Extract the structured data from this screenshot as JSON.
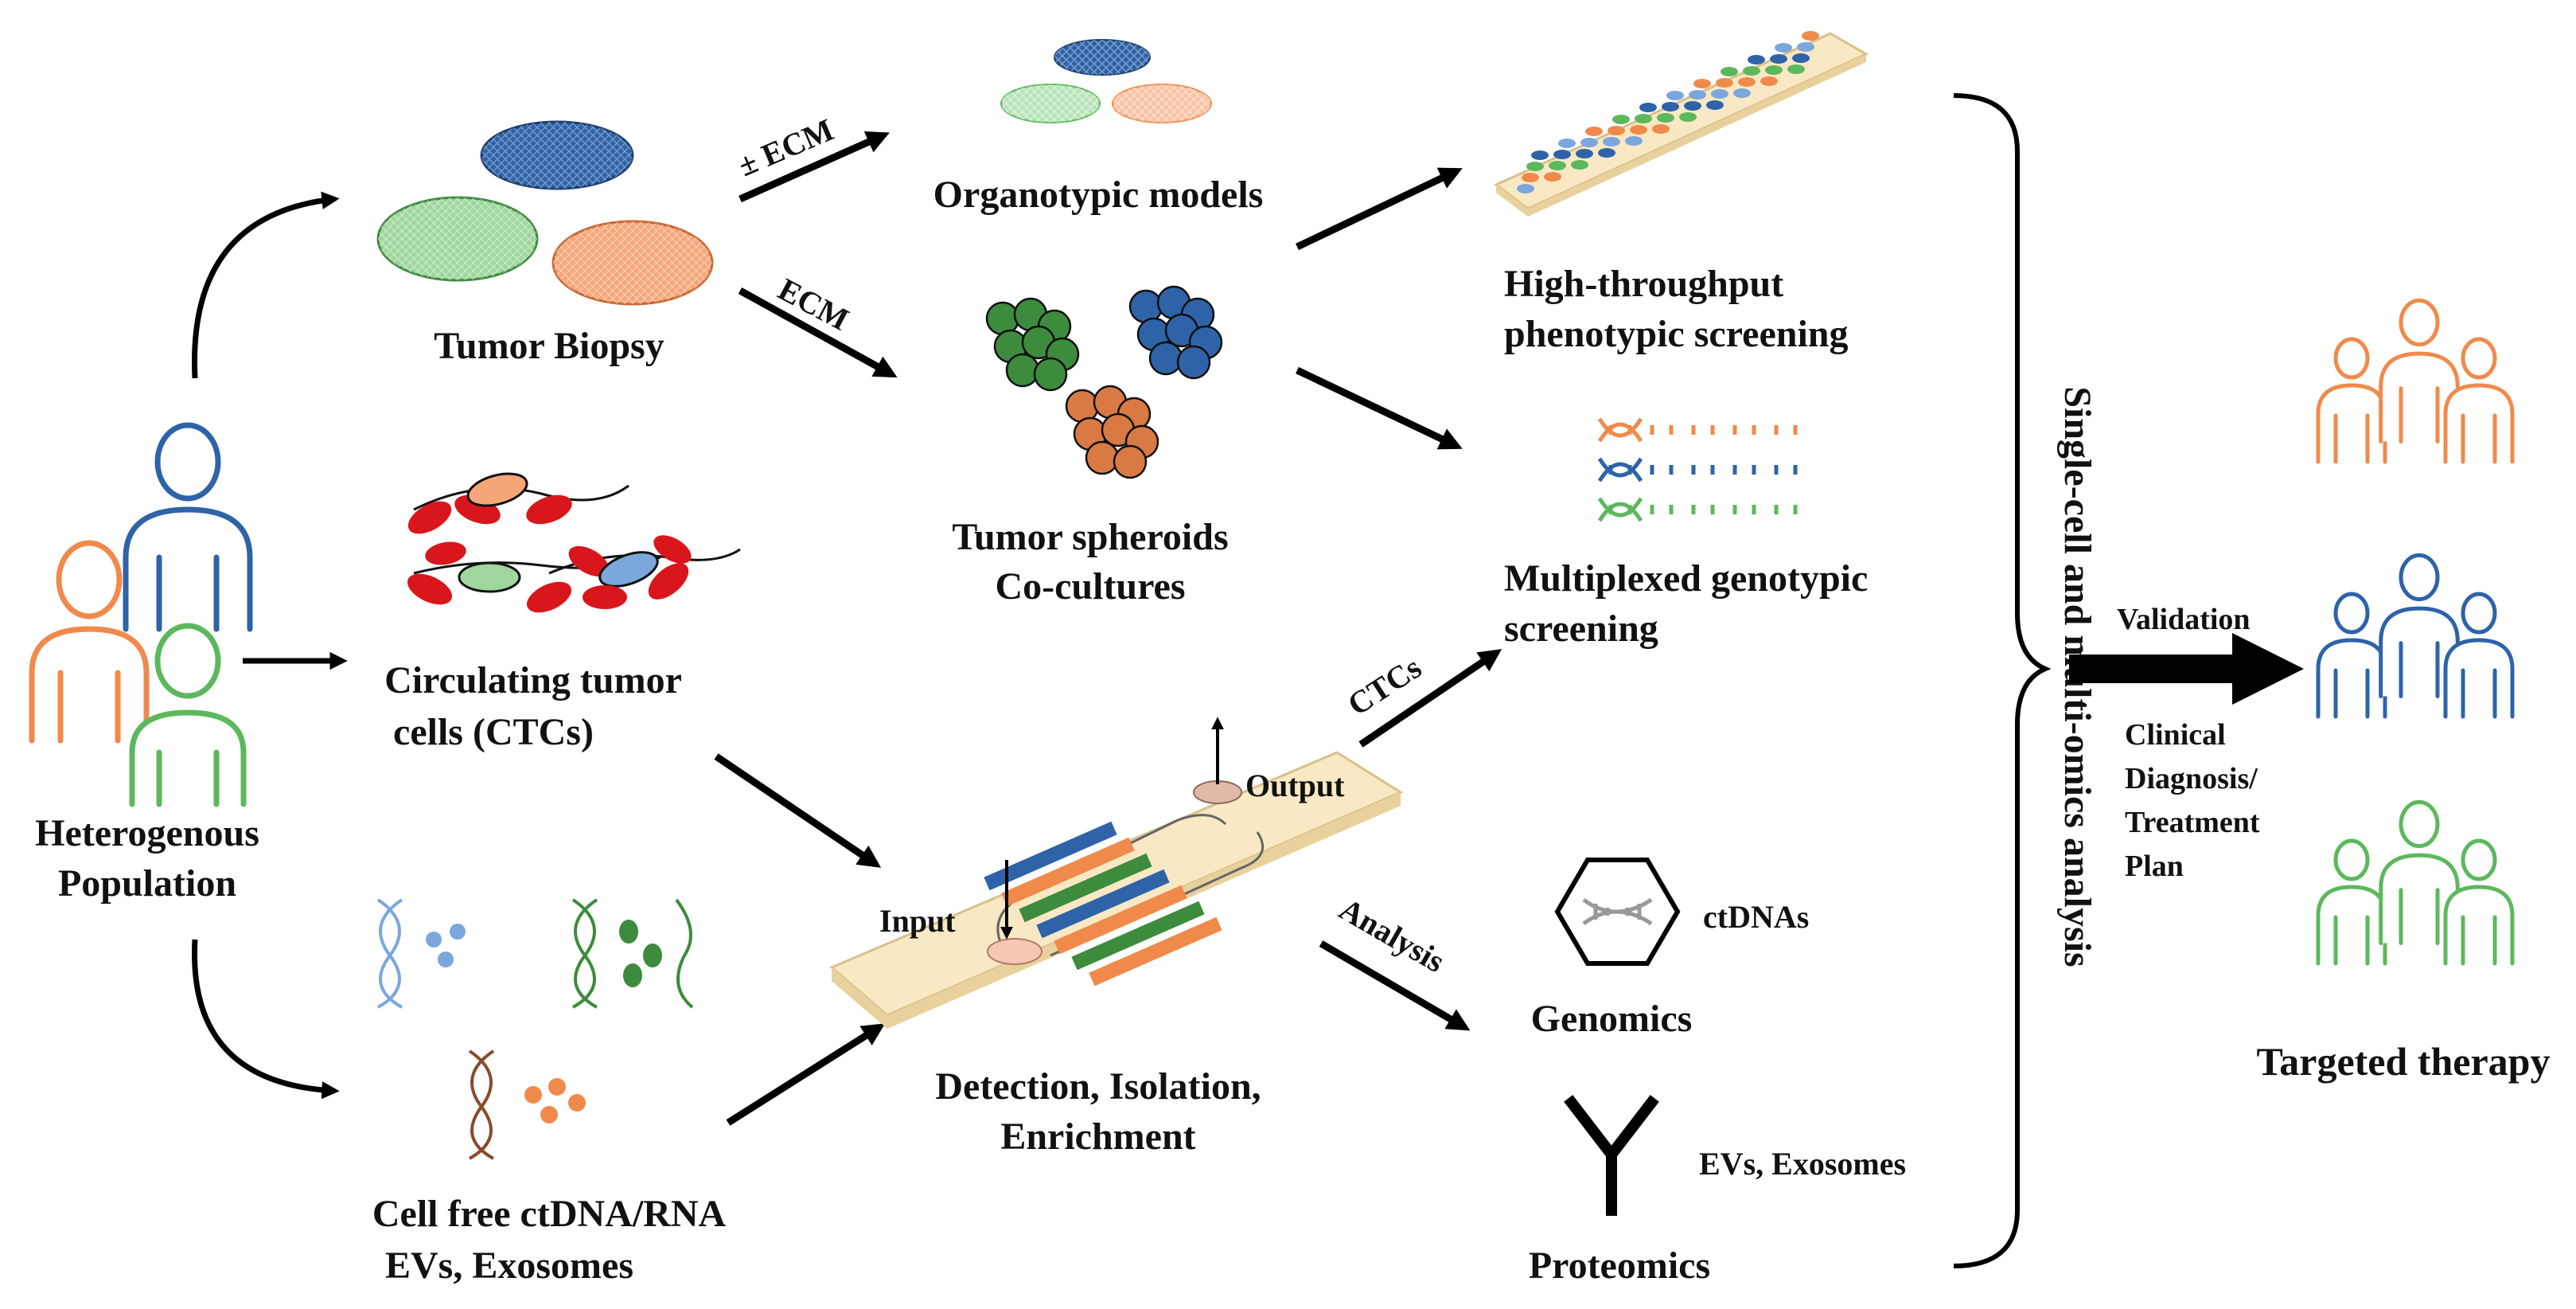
{
  "labels": {
    "heterogenous": [
      "Heterogenous",
      "Population"
    ],
    "tumor_biopsy": "Tumor Biopsy",
    "ctc": [
      "Circulating tumor",
      "cells (CTCs)"
    ],
    "cellfree": [
      "Cell free ctDNA/RNA",
      "EVs, Exosomes"
    ],
    "ecm_pm": "± ECM",
    "ecm": "ECM",
    "organotypic": "Organotypic models",
    "spheroids": [
      "Tumor spheroids",
      "Co-cultures"
    ],
    "detection": [
      "Detection, Isolation,",
      "Enrichment"
    ],
    "input": "Input",
    "output": "Output",
    "ctcs_arrow": "CTCs",
    "analysis": "Analysis",
    "htp": [
      "High-throughput",
      "phenotypic screening"
    ],
    "multiplexed": [
      "Multiplexed genotypic",
      "screening"
    ],
    "ctdnas": "ctDNAs",
    "genomics": "Genomics",
    "evs": "EVs, Exosomes",
    "proteomics": "Proteomics",
    "vertical": "Single-cell and multi-omics analysis",
    "validation": "Validation",
    "clinical": [
      "Clinical",
      "Diagnosis/",
      "Treatment",
      "Plan"
    ],
    "targeted": "Targeted therapy"
  },
  "colors": {
    "blue": "#2e63a8",
    "orange": "#f08a4b",
    "green": "#5cb85c",
    "dark_green": "#3d8b3d",
    "red": "#d9161c",
    "platform": "#f8e8c4",
    "platform_edge": "#d9c08a",
    "arrow": "#000000"
  },
  "icons": {
    "people": "people-group-icon",
    "dna": "dna-helix-icon",
    "antibody": "antibody-icon",
    "hexagon": "hexagon-icon"
  }
}
